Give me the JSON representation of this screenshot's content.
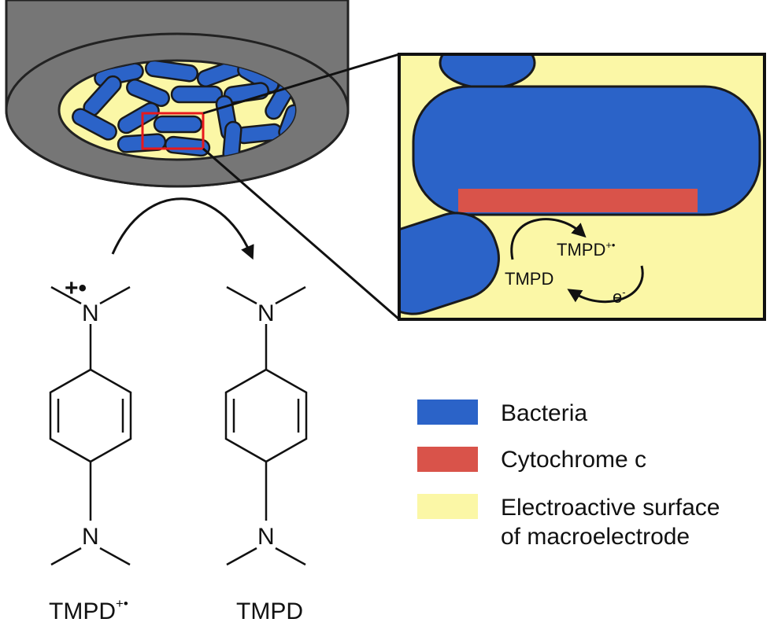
{
  "colors": {
    "bacteria": "#2b63c8",
    "cytochrome": "#d9534a",
    "surface": "#fbf7a6",
    "electrode": "#767676",
    "electrode_outline": "#222222",
    "selection": "#e8191c"
  },
  "molecules": {
    "left": {
      "n_top": "N",
      "n_bottom": "N",
      "charge": "+•",
      "label": "TMPD",
      "label_sup": "+•"
    },
    "right": {
      "n_top": "N",
      "n_bottom": "N",
      "label": "TMPD"
    }
  },
  "zoom": {
    "oxidized": "TMPD",
    "oxidized_sup": "+•",
    "reduced": "TMPD",
    "electron": "e",
    "electron_sup": "-"
  },
  "legend": [
    {
      "label": "Bacteria",
      "color_key": "bacteria"
    },
    {
      "label": "Cytochrome c",
      "color_key": "cytochrome"
    },
    {
      "label": "Electroactive surface",
      "label2": "of macroelectrode",
      "color_key": "surface"
    }
  ]
}
